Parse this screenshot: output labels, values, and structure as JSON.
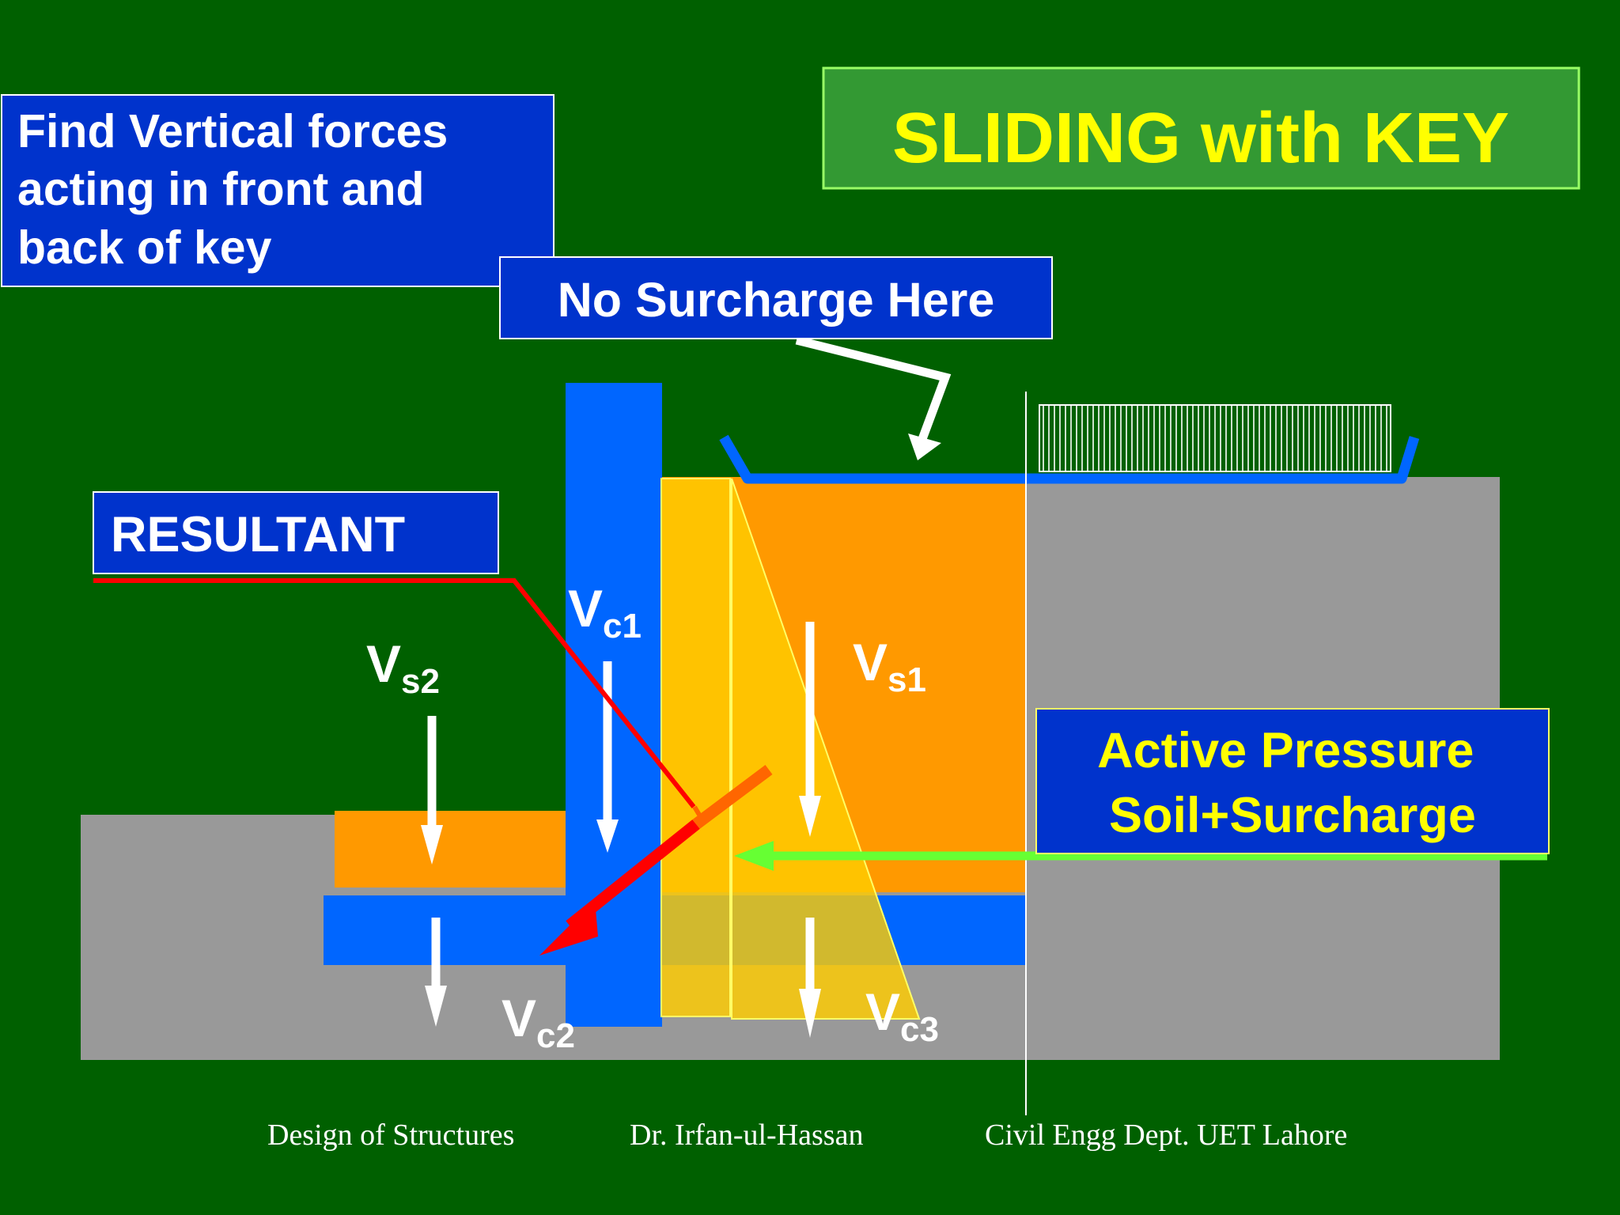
{
  "title": "SLIDING with KEY",
  "question_lines": [
    "Find Vertical forces",
    "acting in front and",
    "back of key"
  ],
  "no_surcharge_label": "No Surcharge Here",
  "resultant_label": "RESULTANT",
  "active_pressure_lines": [
    "Active Pressure",
    "Soil+Surcharge"
  ],
  "forces": {
    "vc1": {
      "main": "V",
      "sub": "c1"
    },
    "vs1": {
      "main": "V",
      "sub": "s1"
    },
    "vs2": {
      "main": "V",
      "sub": "s2"
    },
    "vc2": {
      "main": "V",
      "sub": "c2"
    },
    "vc3": {
      "main": "V",
      "sub": "c3"
    }
  },
  "footer": {
    "left": "Design of Structures",
    "center": "Dr. Irfan-ul-Hassan",
    "right": "Civil Engg Dept. UET Lahore"
  },
  "colors": {
    "background": "#006000",
    "box_blue": "#0033CC",
    "title_green": "#339933",
    "title_yellow": "#FFFF00",
    "concrete_blue": "#0066FF",
    "soil_orange": "#FF9900",
    "ground_gray": "#999999",
    "resultant_red": "#FF0000",
    "active_green": "#66FF33"
  }
}
